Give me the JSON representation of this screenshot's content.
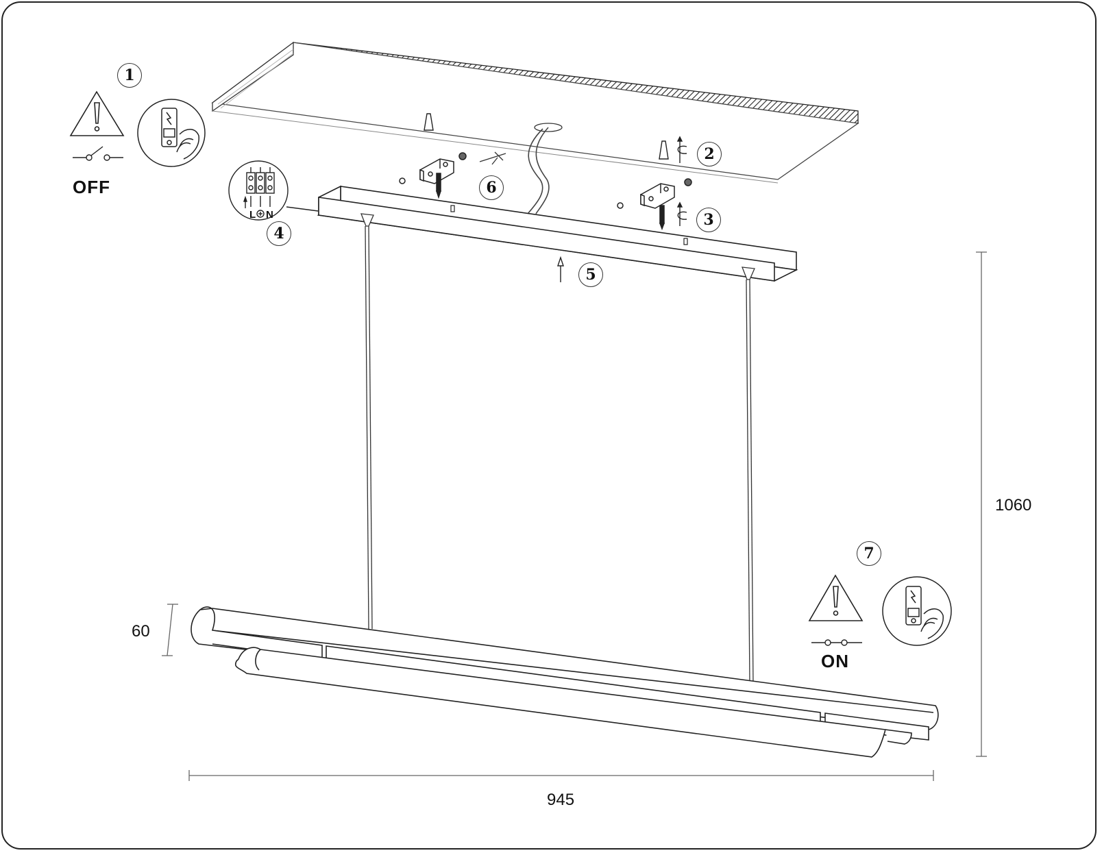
{
  "steps": [
    "1",
    "2",
    "3",
    "4",
    "5",
    "6",
    "7"
  ],
  "labels": {
    "off": "OFF",
    "on": "ON",
    "wire_live": "L",
    "wire_neutral": "N"
  },
  "dimensions": {
    "height": "1060",
    "width": "945",
    "depth": "60"
  },
  "icons": {
    "warning": "warning-triangle-icon",
    "switch_off": "switch-open-icon",
    "switch_on": "switch-closed-icon",
    "hand_switch": "hand-pressing-switch-icon",
    "terminal_block": "terminal-block-icon",
    "earth": "earth-ground-icon",
    "screw": "screw-icon",
    "rotate": "rotate-arrow-icon",
    "dowel": "wall-plug-icon",
    "bracket": "mounting-bracket-icon"
  },
  "colors": {
    "line": "#222222",
    "background": "#ffffff"
  }
}
